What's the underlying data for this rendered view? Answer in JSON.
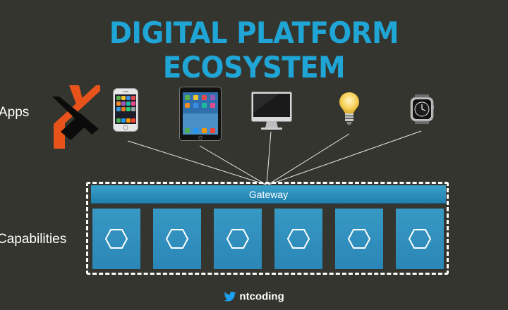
{
  "title": "DIGITAL PLATFORM ECOSYSTEM",
  "labels": {
    "apps": "Apps",
    "capabilities": "Capabilities"
  },
  "gateway": {
    "label": "Gateway"
  },
  "devices": [
    "app-logo-icon",
    "smartphone-icon",
    "tablet-icon",
    "desktop-monitor-icon",
    "lightbulb-icon",
    "smartwatch-icon"
  ],
  "capabilities_count": 6,
  "footer": {
    "handle": "ntcoding"
  },
  "colors": {
    "background": "#35352f",
    "title": "#1fa6d6",
    "gateway": "#2b8dbd",
    "capability": "#2a86b6",
    "logo_orange": "#e8531c"
  }
}
